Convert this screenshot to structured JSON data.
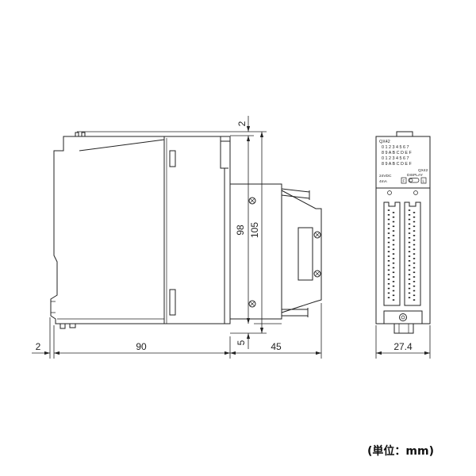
{
  "side_view": {
    "dim_top": "2",
    "dim_height_inner": "98",
    "dim_height_total": "105",
    "dim_bottom": "5",
    "dim_left": "2",
    "dim_depth": "90",
    "dim_connector": "45"
  },
  "front_view": {
    "model_label": "QX42",
    "led_rows": [
      "0 1 2 3 4 5 6 7",
      "8 9 A B C D E F",
      "0 1 2 3 4 5 6 7",
      "8 9 A B C D E F"
    ],
    "voltage_label": "24VDC",
    "current_label": "4mA",
    "model_label_small": "QX42",
    "display_label": "DISPLAY",
    "switch_f_label": "F",
    "switch_l_label": "L",
    "dim_width": "27.4"
  },
  "unit_note": "(単位：mm)",
  "colors": {
    "line": "#222222",
    "background": "#ffffff"
  }
}
